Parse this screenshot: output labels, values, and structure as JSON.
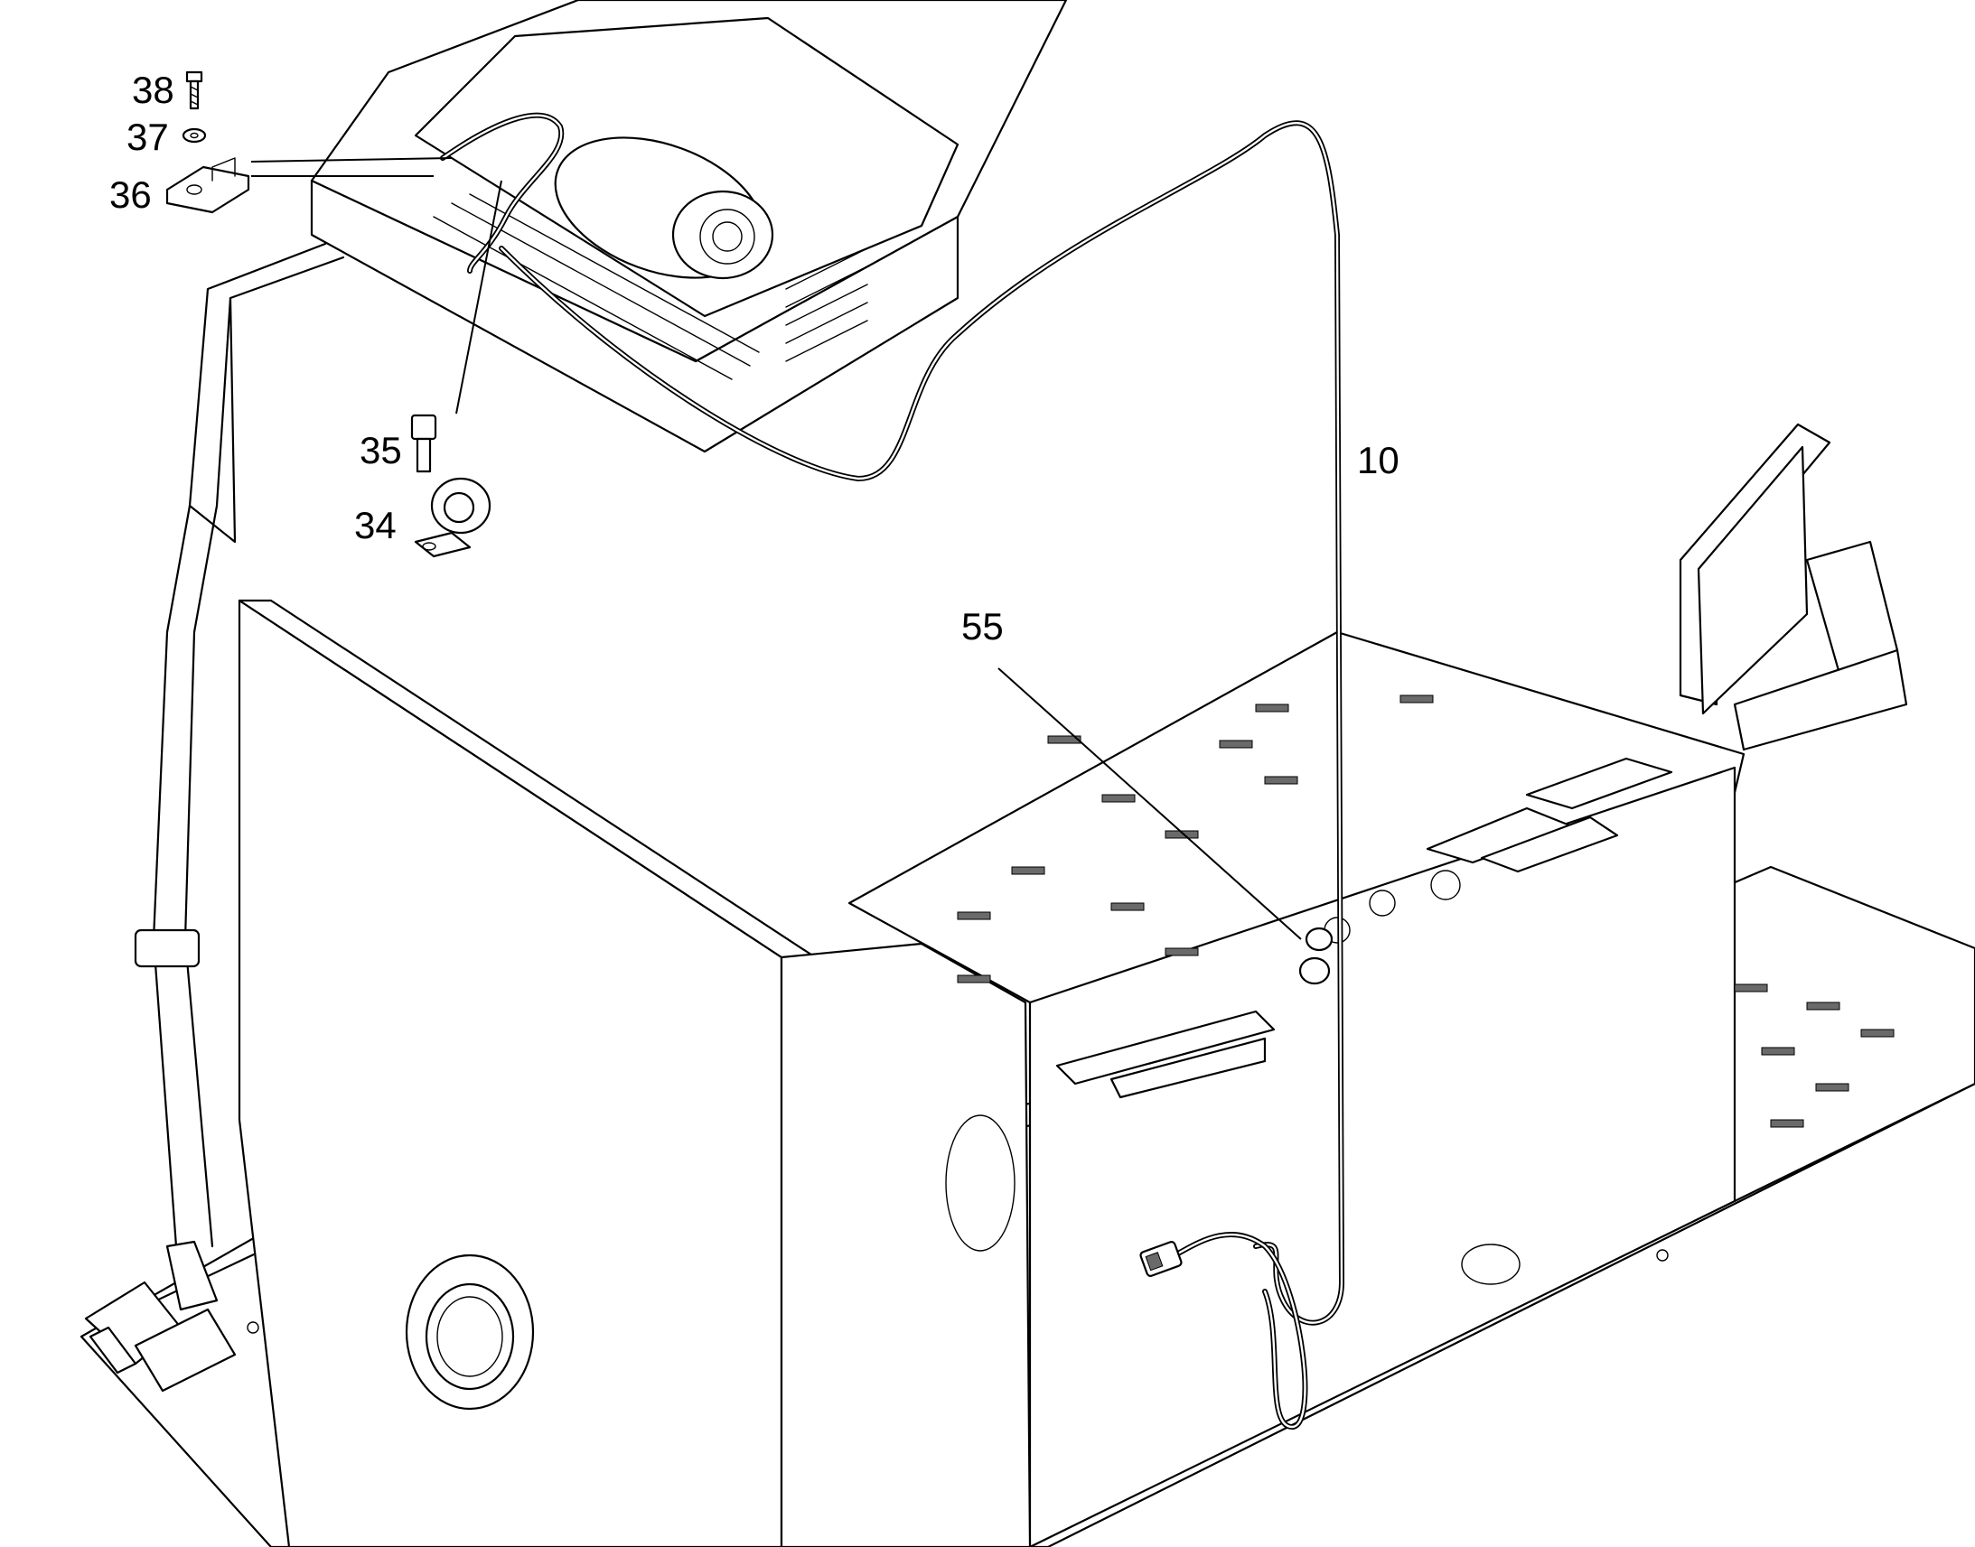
{
  "callouts": {
    "c38": "38",
    "c37": "37",
    "c36": "36",
    "c35": "35",
    "c34": "34",
    "c10": "10",
    "c55": "55"
  },
  "colors": {
    "line": "#000000",
    "background": "#ffffff",
    "hatch": "#6a6a6a"
  }
}
